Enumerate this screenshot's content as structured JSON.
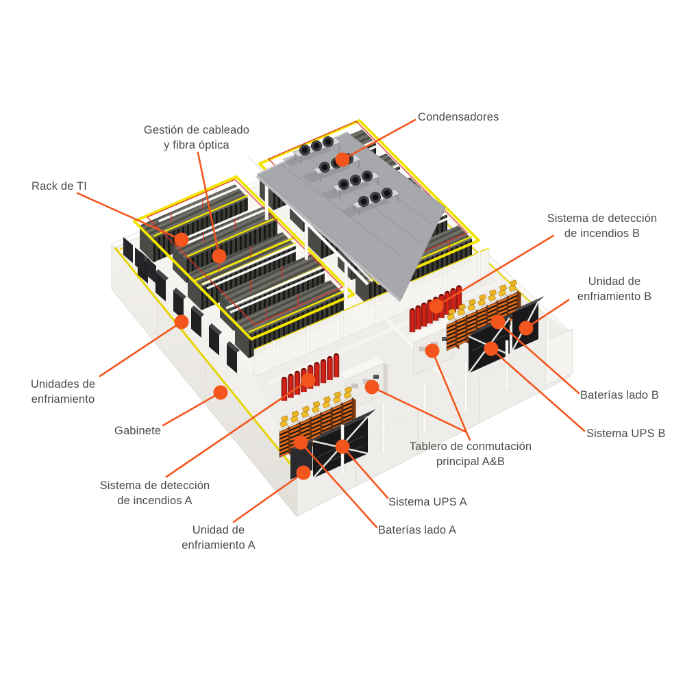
{
  "figure": {
    "type": "isometric-datacenter-cutaway-diagram",
    "language": "es",
    "background": "#ffffff",
    "accent_color": "#F4551C",
    "label_color": "#4A4A4A",
    "palette": {
      "roof_gray": "#A6A8AB",
      "wall_white": "#F6F5F2",
      "floor": "#F2F0EC",
      "rack_dark": "#2E2E2B",
      "cable_tray_yellow": "#F2E400",
      "fire_line_red": "#D8231A",
      "battery_orange": "#E06A18",
      "battery_yellow": "#F0BB26",
      "ups_black": "#19191B"
    }
  },
  "labels": [
    {
      "id": "rack-ti",
      "line1": "Rack de TI"
    },
    {
      "id": "gestion",
      "line1": "Gestión de cableado",
      "line2": "y fibra óptica"
    },
    {
      "id": "condensadores",
      "line1": "Condensadores"
    },
    {
      "id": "deteccion-b",
      "line1": "Sistema de detección",
      "line2": "de incendios B"
    },
    {
      "id": "enfriamiento-b",
      "line1": "Unidad de",
      "line2": "enfriamiento B"
    },
    {
      "id": "baterias-b",
      "line1": "Baterías lado B"
    },
    {
      "id": "ups-b",
      "line1": "Sistema UPS B"
    },
    {
      "id": "tablero",
      "line1": "Tablero de conmutación",
      "line2": "principal A&B"
    },
    {
      "id": "ups-a",
      "line1": "Sistema UPS A"
    },
    {
      "id": "baterias-a",
      "line1": "Baterías lado A"
    },
    {
      "id": "enfriamiento-a",
      "line1": "Unidad de",
      "line2": "enfriamiento A"
    },
    {
      "id": "deteccion-a",
      "line1": "Sistema de detección",
      "line2": "de incendios A"
    },
    {
      "id": "gabinete",
      "line1": "Gabinete"
    },
    {
      "id": "unidades-enf",
      "line1": "Unidades de",
      "line2": "enfriamiento"
    }
  ]
}
